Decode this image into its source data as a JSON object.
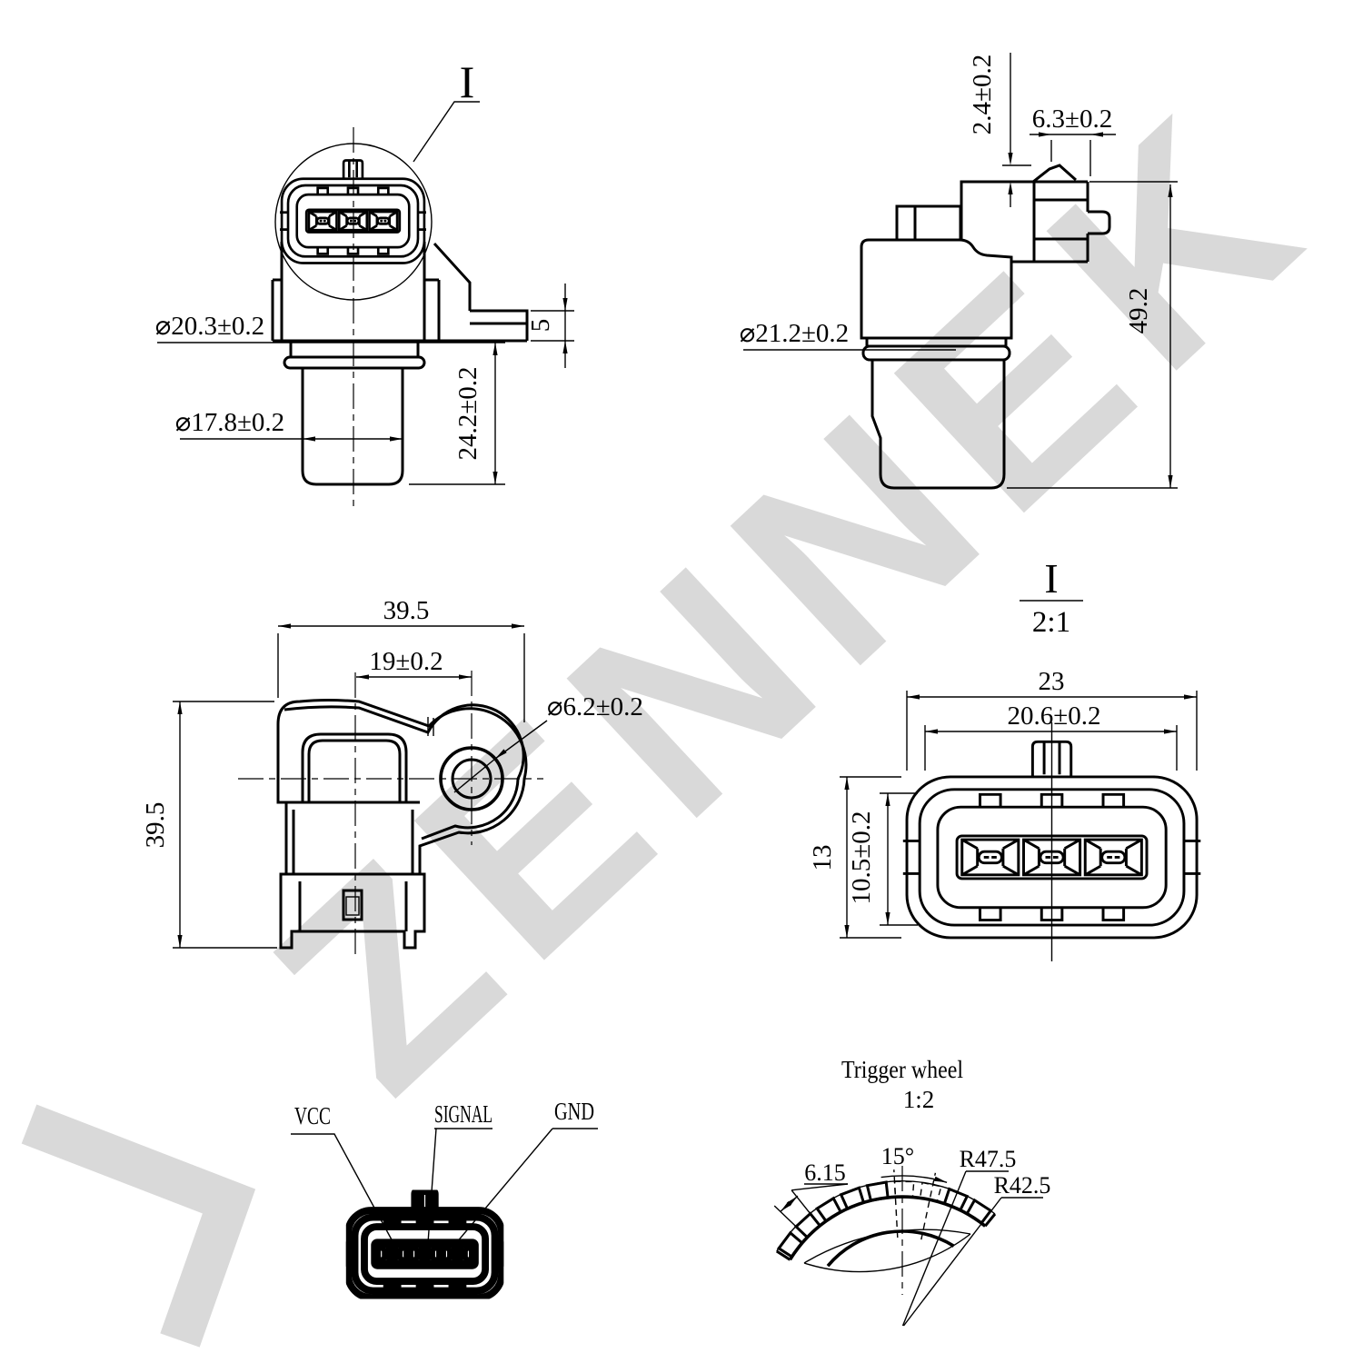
{
  "watermark": {
    "text": "ZENNEK",
    "color": "#d9d9d9"
  },
  "views": {
    "front": {
      "detail_marker": "I",
      "dims": {
        "body_dia": "⌀20.3±0.2",
        "barrel_dia": "⌀17.8±0.2",
        "barrel_len": "24.2±0.2",
        "flange_thk": "5"
      }
    },
    "side": {
      "dims": {
        "step": "2.4±0.2",
        "latch": "6.3±0.2",
        "ring_dia": "⌀21.2±0.2",
        "height": "49.2"
      }
    },
    "top": {
      "dims": {
        "width": "39.5",
        "hole_offset": "19±0.2",
        "hole_dia": "⌀6.2±0.2",
        "depth": "39.5"
      }
    },
    "detail": {
      "label": "I",
      "scale": "2:1",
      "dims": {
        "outer_w": "23",
        "inner_w": "20.6±0.2",
        "outer_h": "13",
        "inner_h": "10.5±0.2"
      }
    },
    "pinout": {
      "pins": [
        "VCC",
        "SIGNAL",
        "GND"
      ]
    },
    "trigger": {
      "title": "Trigger wheel",
      "scale": "1:2",
      "dims": {
        "pitch": "6.15",
        "angle": "15°",
        "r_outer": "R47.5",
        "r_inner": "R42.5"
      }
    }
  }
}
